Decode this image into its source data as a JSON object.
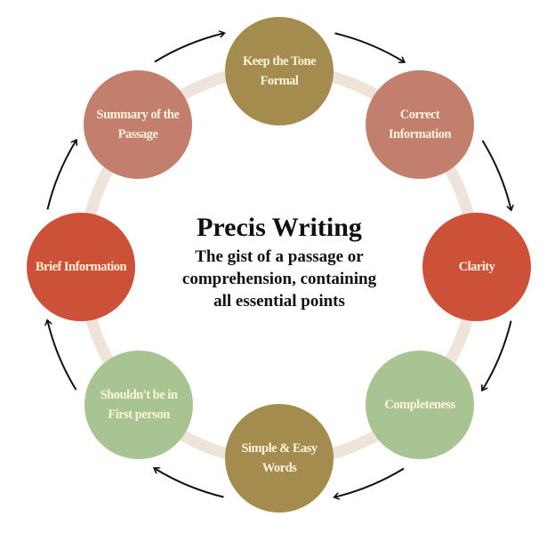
{
  "center": {
    "title": "Precis Writing",
    "subtitle_lines": [
      "The gist of a passage or",
      "comprehension, containing",
      "all essential points"
    ]
  },
  "nodes": [
    {
      "label": "Keep the Tone Formal",
      "color": "#a48c4f"
    },
    {
      "label": "Correct Information",
      "color": "#c37f6d"
    },
    {
      "label": "Clarity",
      "color": "#cd5139"
    },
    {
      "label": "Completeness",
      "color": "#a9c493"
    },
    {
      "label": "Simple & Easy Words",
      "color": "#a48c4f"
    },
    {
      "label": "Shouldn't be in First person",
      "color": "#a9c493"
    },
    {
      "label": "Brief Information",
      "color": "#cd5139"
    },
    {
      "label": "Summary of the Passage",
      "color": "#c37f6d"
    }
  ],
  "colors": {
    "ring": "#efe4da",
    "arrow": "#111111"
  }
}
